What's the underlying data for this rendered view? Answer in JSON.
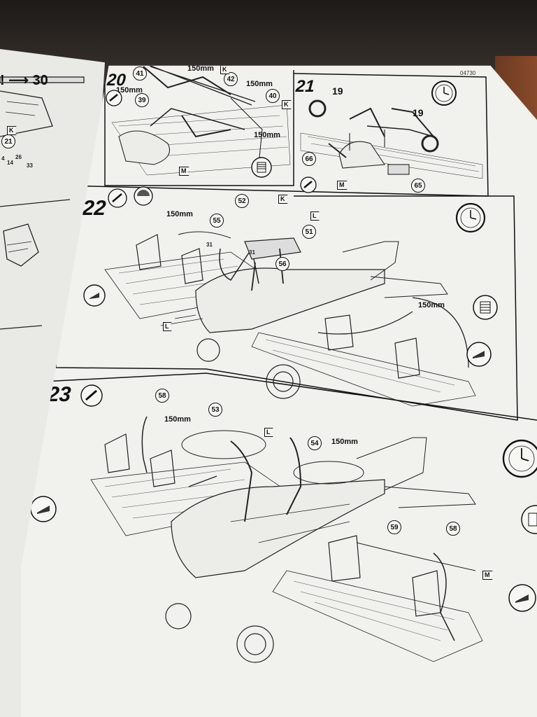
{
  "left_page": {
    "arrow_label": "! ⟶ 30",
    "callouts": [
      "21"
    ],
    "small_numbers": [
      "4",
      "14",
      "26",
      "33"
    ],
    "tag": "K"
  },
  "right_page": {
    "code": "04730",
    "steps": [
      {
        "number": "20",
        "callouts": [
          "41",
          "42",
          "39",
          "40"
        ],
        "dims": [
          "150mm",
          "150mm",
          "150mm",
          "150mm"
        ],
        "tags": [
          "K",
          "K",
          "M"
        ]
      },
      {
        "number": "21",
        "callouts": [
          "66",
          "65"
        ],
        "plain_numbers": [
          "19",
          "19"
        ],
        "tags": [
          "M"
        ]
      },
      {
        "number": "22",
        "callouts": [
          "52",
          "55",
          "51",
          "56"
        ],
        "small_numbers": [
          "31",
          "31"
        ],
        "dims": [
          "150mm",
          "150mm"
        ],
        "tags": [
          "K",
          "L",
          "L"
        ]
      },
      {
        "number": "23",
        "callouts": [
          "58",
          "53",
          "54",
          "59",
          "58"
        ],
        "dims": [
          "150mm",
          "150mm"
        ],
        "tags": [
          "L",
          "M"
        ]
      }
    ]
  },
  "colors": {
    "ink": "#111111",
    "paper": "#f1f1ee",
    "wood": "#8a4a2a"
  }
}
